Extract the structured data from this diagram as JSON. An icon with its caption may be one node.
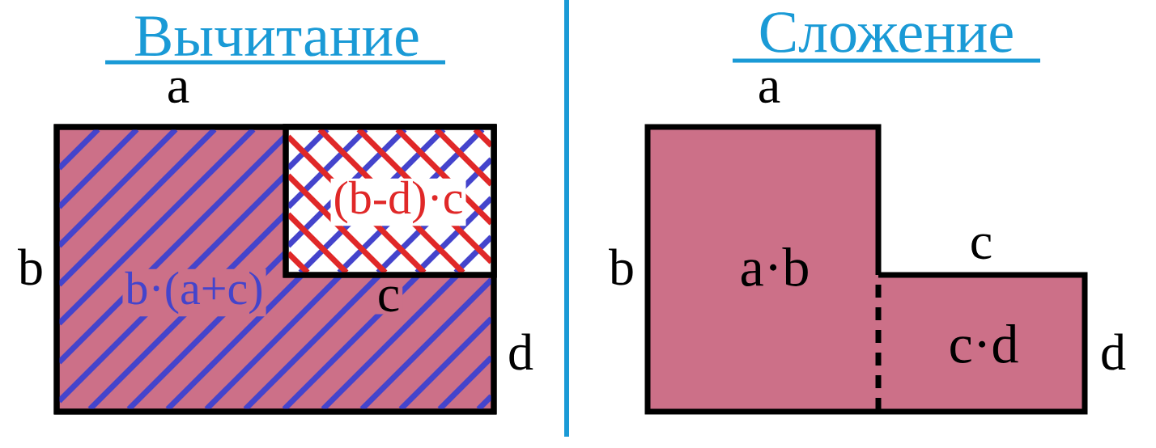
{
  "diagram": {
    "nodes": [
      {
        "text": [
          "b·(a+c)"
        ]
      },
      {
        "text": [
          "(b-d)·c"
        ],
        "in": 0
      },
      {
        "text": [
          "a·b"
        ]
      },
      {
        "text": [
          "c·d"
        ]
      }
    ],
    "labels": [
      "Вычитание",
      "Сложение",
      "a",
      "b",
      "c",
      "d",
      "a",
      "b",
      "c",
      "d"
    ]
  }
}
